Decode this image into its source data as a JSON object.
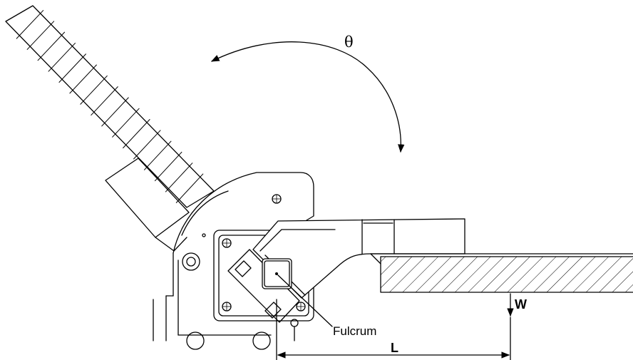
{
  "labels": {
    "angle": "θ",
    "fulcrum": "Fulcrum",
    "length": "L",
    "load": "W"
  },
  "colors": {
    "line": "#000000",
    "background": "#ffffff"
  }
}
